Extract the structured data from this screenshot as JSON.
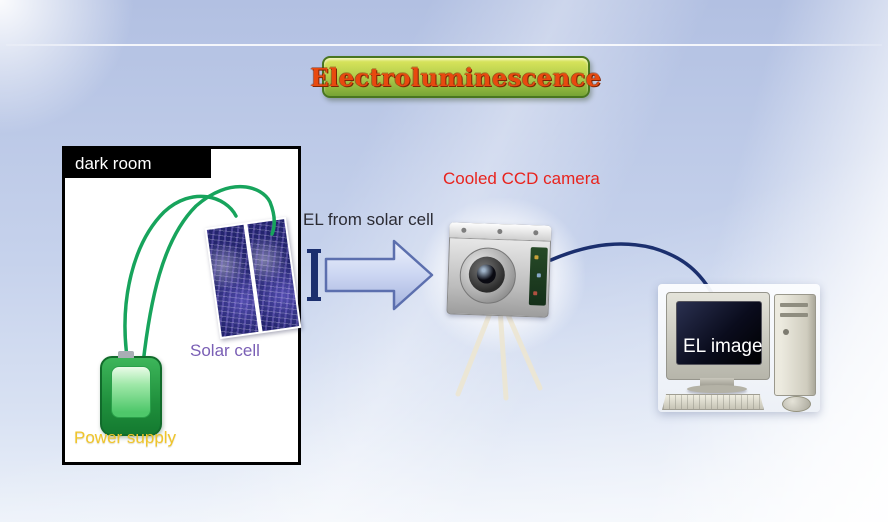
{
  "title": {
    "text": "Electroluminescence"
  },
  "dark_room": {
    "header": "dark room",
    "solar_cell_label": "Solar cell",
    "power_supply_label": "Power supply"
  },
  "annotations": {
    "el_from_solar_cell": "EL from solar cell",
    "cooled_ccd_camera": "Cooled CCD camera"
  },
  "computer": {
    "screen_label": "EL image"
  },
  "colors": {
    "title_text": "#e8490f",
    "title_bg_top": "#dfe85e",
    "title_bg_bottom": "#76a435",
    "title_border": "#49761f",
    "wire": "#17a45c",
    "cable": "#1b2f6e",
    "arrow_fill": "#ccd6f2",
    "arrow_stroke": "#5c6fae",
    "solar_cell_label": "#7a5fb5",
    "power_supply_label": "#f0c52a",
    "camera_label": "#e8231d",
    "screen_label": "#ffffff"
  }
}
